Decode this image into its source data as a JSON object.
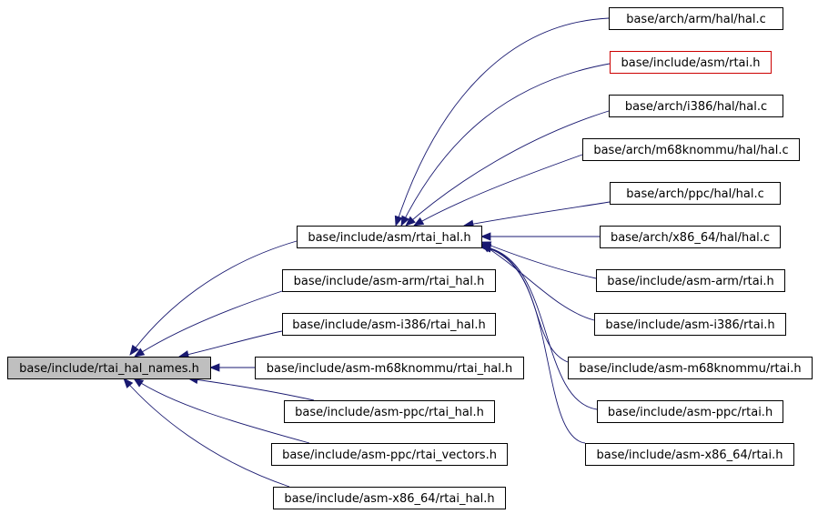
{
  "graph": {
    "colors": {
      "edge": "#191970",
      "root_fill": "#bfbfbf",
      "highlight_border": "#cc0000",
      "border": "#000000"
    },
    "nodes": [
      {
        "id": "rtai_hal_names",
        "label": "base/include/rtai_hal_names.h",
        "root": true
      },
      {
        "id": "asm_rtai_hal",
        "label": "base/include/asm/rtai_hal.h"
      },
      {
        "id": "asm_arm_rtai_hal",
        "label": "base/include/asm-arm/rtai_hal.h"
      },
      {
        "id": "asm_i386_rtai_hal",
        "label": "base/include/asm-i386/rtai_hal.h"
      },
      {
        "id": "asm_m68k_rtai_hal",
        "label": "base/include/asm-m68knommu/rtai_hal.h"
      },
      {
        "id": "asm_ppc_rtai_hal",
        "label": "base/include/asm-ppc/rtai_hal.h"
      },
      {
        "id": "asm_ppc_rtai_vectors",
        "label": "base/include/asm-ppc/rtai_vectors.h"
      },
      {
        "id": "asm_x86_64_rtai_hal",
        "label": "base/include/asm-x86_64/rtai_hal.h"
      },
      {
        "id": "arm_hal_c",
        "label": "base/arch/arm/hal/hal.c"
      },
      {
        "id": "asm_rtai_h",
        "label": "base/include/asm/rtai.h",
        "highlight": true
      },
      {
        "id": "i386_hal_c",
        "label": "base/arch/i386/hal/hal.c"
      },
      {
        "id": "m68k_hal_c",
        "label": "base/arch/m68knommu/hal/hal.c"
      },
      {
        "id": "ppc_hal_c",
        "label": "base/arch/ppc/hal/hal.c"
      },
      {
        "id": "x86_64_hal_c",
        "label": "base/arch/x86_64/hal/hal.c"
      },
      {
        "id": "asm_arm_rtai_h",
        "label": "base/include/asm-arm/rtai.h"
      },
      {
        "id": "asm_i386_rtai_h",
        "label": "base/include/asm-i386/rtai.h"
      },
      {
        "id": "asm_m68k_rtai_h",
        "label": "base/include/asm-m68knommu/rtai.h"
      },
      {
        "id": "asm_ppc_rtai_h",
        "label": "base/include/asm-ppc/rtai.h"
      },
      {
        "id": "asm_x86_64_rtai_h",
        "label": "base/include/asm-x86_64/rtai.h"
      }
    ],
    "edges": [
      {
        "from": "asm_rtai_hal",
        "to": "rtai_hal_names"
      },
      {
        "from": "asm_arm_rtai_hal",
        "to": "rtai_hal_names"
      },
      {
        "from": "asm_i386_rtai_hal",
        "to": "rtai_hal_names"
      },
      {
        "from": "asm_m68k_rtai_hal",
        "to": "rtai_hal_names"
      },
      {
        "from": "asm_ppc_rtai_hal",
        "to": "rtai_hal_names"
      },
      {
        "from": "asm_ppc_rtai_vectors",
        "to": "rtai_hal_names"
      },
      {
        "from": "asm_x86_64_rtai_hal",
        "to": "rtai_hal_names"
      },
      {
        "from": "arm_hal_c",
        "to": "asm_rtai_hal"
      },
      {
        "from": "asm_rtai_h",
        "to": "asm_rtai_hal"
      },
      {
        "from": "i386_hal_c",
        "to": "asm_rtai_hal"
      },
      {
        "from": "m68k_hal_c",
        "to": "asm_rtai_hal"
      },
      {
        "from": "ppc_hal_c",
        "to": "asm_rtai_hal"
      },
      {
        "from": "x86_64_hal_c",
        "to": "asm_rtai_hal"
      },
      {
        "from": "asm_arm_rtai_h",
        "to": "asm_rtai_hal"
      },
      {
        "from": "asm_i386_rtai_h",
        "to": "asm_rtai_hal"
      },
      {
        "from": "asm_m68k_rtai_h",
        "to": "asm_rtai_hal"
      },
      {
        "from": "asm_ppc_rtai_h",
        "to": "asm_rtai_hal"
      },
      {
        "from": "asm_x86_64_rtai_h",
        "to": "asm_rtai_hal"
      }
    ]
  }
}
